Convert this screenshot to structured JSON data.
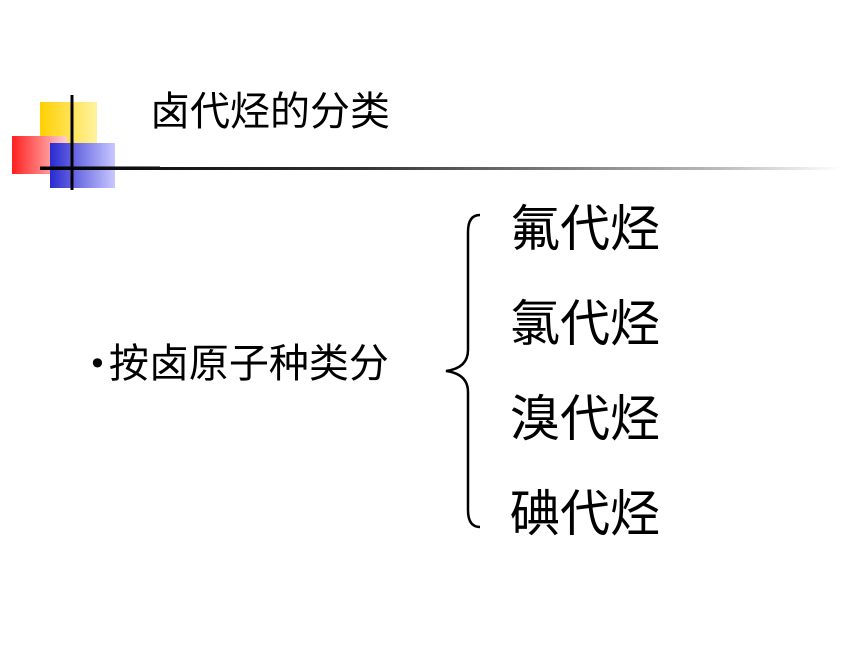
{
  "slide": {
    "title": "卤代烃的分类",
    "bullet_symbol": "•",
    "bullet_text": "按卤原子种类分",
    "categories": [
      "氟代烃",
      "氯代烃",
      "溴代烃",
      "碘代烃"
    ]
  },
  "colors": {
    "accent_yellow": "#ffd700",
    "accent_red": "#ff3333",
    "accent_blue": "#3333cc",
    "text": "#000000"
  }
}
